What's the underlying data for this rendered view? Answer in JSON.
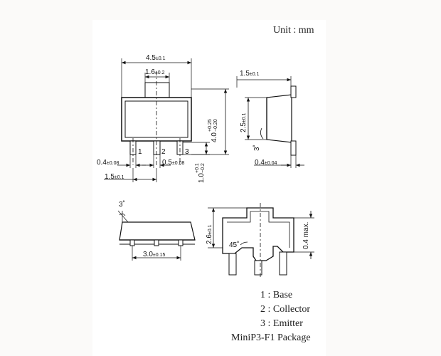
{
  "unit_label": "Unit : mm",
  "dimensions": {
    "top_width": {
      "main": "4.5",
      "tol": "±0.1"
    },
    "top_tab_width": {
      "main": "1.6",
      "tol": "±0.2"
    },
    "top_height": {
      "main": "4.0",
      "tol_plus": "+0.25",
      "tol_minus": "−0.20"
    },
    "lead_width_left": {
      "main": "0.4",
      "tol": "±0.08"
    },
    "lead_width_mid": {
      "main": "0.5",
      "tol": "±0.08"
    },
    "lead_pitch": {
      "main": "1.5",
      "tol": "±0.1"
    },
    "lead_length": {
      "main": "1.0",
      "tol_plus": "+0.1",
      "tol_minus": "−0.2"
    },
    "side_top_width": {
      "main": "1.5",
      "tol": "±0.1"
    },
    "side_height": {
      "main": "2.5",
      "tol": "±0.1"
    },
    "side_lead_thickness": {
      "main": "0.4",
      "tol": "±0.04"
    },
    "side_angle": "3˚",
    "bottom_angle": "3˚",
    "bottom_width": {
      "main": "3.0",
      "tol": "±0.15"
    },
    "front_height": {
      "main": "2.6",
      "tol": "±0.1"
    },
    "front_angle": "45˚",
    "front_max": "0.4 max."
  },
  "pin_numbers": [
    "1",
    "2",
    "3"
  ],
  "legend": {
    "pins": [
      "1 : Base",
      "2 : Collector",
      "3 : Emitter"
    ],
    "package": "MiniP3-F1 Package"
  }
}
